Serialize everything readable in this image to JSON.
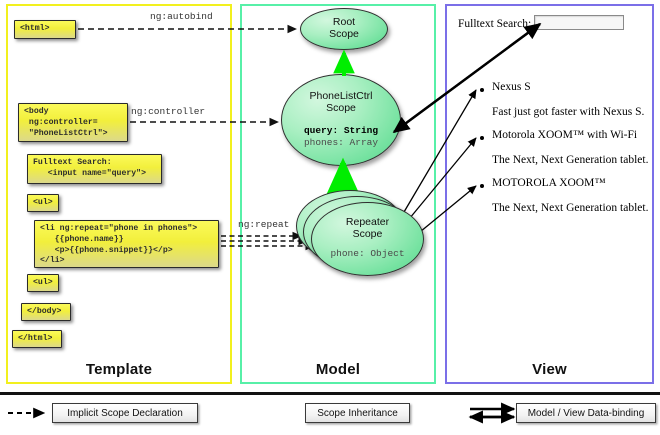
{
  "diagram": {
    "title": "AngularJS Template / Model / View data-binding diagram",
    "colors": {
      "template_border": "#f2f01e",
      "model_border": "#57f0a8",
      "view_border": "#7b6fe8",
      "code_box_fill": "#f2ef3c",
      "scope_fill": "#74e2a0",
      "inheritance_arrow": "#00ee00",
      "implicit_arrow": "#000000",
      "databinding_arrow": "#000000"
    }
  },
  "columns": [
    {
      "id": "template",
      "label": "Template"
    },
    {
      "id": "model",
      "label": "Model"
    },
    {
      "id": "view",
      "label": "View"
    }
  ],
  "template": {
    "boxes": [
      {
        "name": "html-open-tag",
        "text": "<html>"
      },
      {
        "name": "body-controller-tag",
        "text": "<body\n ng:controller=\n \"PhoneListCtrl\">"
      },
      {
        "name": "fulltext-search-input-tag",
        "text": "Fulltext Search:\n   <input name=\"query\">"
      },
      {
        "name": "ul-open-tag",
        "text": "<ul>"
      },
      {
        "name": "li-repeat-tag",
        "text": "<li ng:repeat=\"phone in phones\">\n   {{phone.name}}\n   <p>{{phone.snippet}}</p>\n</li>"
      },
      {
        "name": "ul-close-tag",
        "text": "<ul>"
      },
      {
        "name": "body-close-tag",
        "text": "</body>"
      },
      {
        "name": "html-close-tag",
        "text": "</html>"
      }
    ]
  },
  "connectors": {
    "autobind": "ng:autobind",
    "controller": "ng:controller",
    "repeat": "ng:repeat"
  },
  "model": {
    "scopes": [
      {
        "name": "root-scope",
        "title": "Root\nScope",
        "props": []
      },
      {
        "name": "phonelistctrl-scope",
        "title": "PhoneListCtrl\nScope",
        "props": [
          {
            "text": "query: String",
            "bold": true
          },
          {
            "text": "phones: Array",
            "bold": false
          }
        ]
      },
      {
        "name": "repeater-scope",
        "title": "Repeater\nScope",
        "props": [
          {
            "text": "phone: Object",
            "bold": false
          }
        ]
      }
    ]
  },
  "view": {
    "search_label": "Fulltext Search:",
    "search_value": "",
    "phones": [
      {
        "name": "Nexus S",
        "snippet": "Fast just got faster with Nexus S."
      },
      {
        "name": "Motorola XOOM™  with Wi-Fi",
        "snippet": "The Next, Next Generation tablet."
      },
      {
        "name": "MOTOROLA XOOM™",
        "snippet": "The Next, Next Generation tablet."
      }
    ]
  },
  "legend": [
    {
      "name": "legend-implicit-scope-declaration",
      "label": "Implicit Scope Declaration",
      "arrow": "dashed-arrow",
      "color": "#000000"
    },
    {
      "name": "legend-scope-inheritance",
      "label": "Scope Inheritance",
      "arrow": "solid-green-arrow",
      "color": "#00ee00"
    },
    {
      "name": "legend-model-view-databinding",
      "label": "Model / View Data-binding",
      "arrow": "double-headed-arrow",
      "color": "#000000"
    }
  ]
}
